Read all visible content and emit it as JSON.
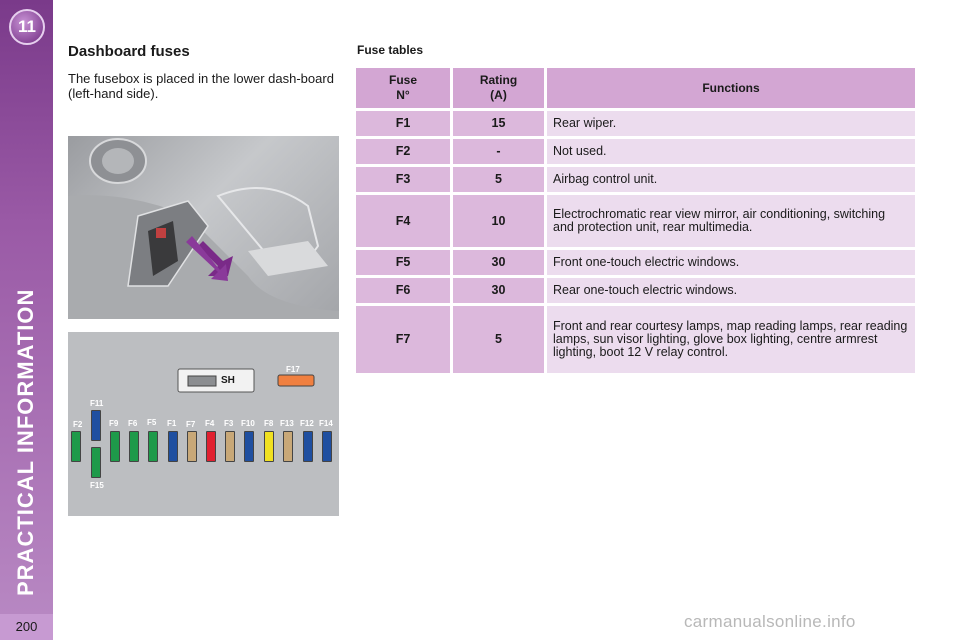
{
  "sidebar": {
    "chapter_number": "11",
    "vertical_title": "PRACTICAL INFORMATION",
    "page_number": "200"
  },
  "left": {
    "title": "Dashboard fuses",
    "intro": "The fusebox is placed in the lower dash-board (left-hand side).",
    "fusebox": {
      "sh_label": "SH",
      "fuses": [
        {
          "label": "F2",
          "color": "#1e9a4a"
        },
        {
          "label": "F11",
          "color": "#1f4fa0"
        },
        {
          "label": "F15",
          "color": "#1e9a4a"
        },
        {
          "label": "F9",
          "color": "#1e9a4a"
        },
        {
          "label": "F6",
          "color": "#1e9a4a"
        },
        {
          "label": "F5",
          "color": "#1e9a4a"
        },
        {
          "label": "F1",
          "color": "#1f4fa0"
        },
        {
          "label": "F7",
          "color": "#c8a878"
        },
        {
          "label": "F4",
          "color": "#e02030"
        },
        {
          "label": "F3",
          "color": "#c8a878"
        },
        {
          "label": "F10",
          "color": "#1f4fa0"
        },
        {
          "label": "F8",
          "color": "#f0e020"
        },
        {
          "label": "F13",
          "color": "#c8a878"
        },
        {
          "label": "F12",
          "color": "#1f4fa0"
        },
        {
          "label": "F14",
          "color": "#1f4fa0"
        },
        {
          "label": "F17",
          "color": "#f08040"
        }
      ]
    }
  },
  "table": {
    "title": "Fuse tables",
    "headers": {
      "fuse": "Fuse N°",
      "rating": "Rating (A)",
      "functions": "Functions"
    },
    "rows": [
      {
        "fuse": "F1",
        "rating": "15",
        "function": "Rear wiper."
      },
      {
        "fuse": "F2",
        "rating": "-",
        "function": "Not used."
      },
      {
        "fuse": "F3",
        "rating": "5",
        "function": "Airbag control unit."
      },
      {
        "fuse": "F4",
        "rating": "10",
        "function": "Electrochromatic rear view mirror, air conditioning, switching and protection unit, rear multimedia."
      },
      {
        "fuse": "F5",
        "rating": "30",
        "function": "Front one-touch electric windows."
      },
      {
        "fuse": "F6",
        "rating": "30",
        "function": "Rear one-touch electric windows."
      },
      {
        "fuse": "F7",
        "rating": "5",
        "function": "Front and rear courtesy lamps, map reading lamps, rear reading lamps, sun visor lighting, glove box lighting, centre armrest lighting, boot 12 V relay control."
      }
    ]
  },
  "watermark": "carmanualsonline.info"
}
